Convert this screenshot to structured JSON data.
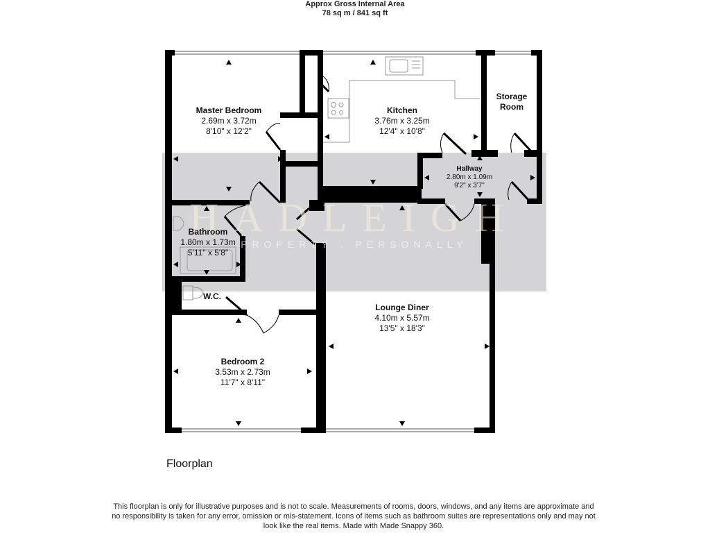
{
  "header": {
    "line1": "Approx Gross Internal Area",
    "line2": "78 sq m / 841 sq ft"
  },
  "rooms": [
    {
      "name": "Master Bedroom",
      "metric": "2.69m x 3.72m",
      "imperial": "8'10\" x 12'2\""
    },
    {
      "name": "Kitchen",
      "metric": "3.76m x 3.25m",
      "imperial": "12'4\" x 10'8\""
    },
    {
      "name": "Storage",
      "name2": "Room"
    },
    {
      "name": "Hallway",
      "metric": "2.80m x 1.09m",
      "imperial": "9'2\" x 3'7\""
    },
    {
      "name": "Bathroom",
      "metric": "1.80m x 1.73m",
      "imperial": "5'11\" x 5'8\""
    },
    {
      "name": "W.C."
    },
    {
      "name": "Lounge Diner",
      "metric": "4.10m x 5.57m",
      "imperial": "13'5\" x 18'3\""
    },
    {
      "name": "Bedroom 2",
      "metric": "3.53m x 2.73m",
      "imperial": "11'7\" x 8'11\""
    }
  ],
  "watermark": {
    "title": "HADLEIGH",
    "subtitle": "PROPERTY . PERSONALLY",
    "band_color": "#d4d4d6"
  },
  "caption": "Floorplan",
  "disclaimer": "This floorplan is only for illustrative purposes and is not to scale. Measurements of rooms, doors, windows, and any items are approximate and no responsibility is taken for any error, omission or mis-statement. Icons of items such as bathroom suites are representations only and may not look like the real items. Made with Made Snappy 360.",
  "colors": {
    "wall": "#000000",
    "background": "#ffffff",
    "fixture": "#999999"
  }
}
